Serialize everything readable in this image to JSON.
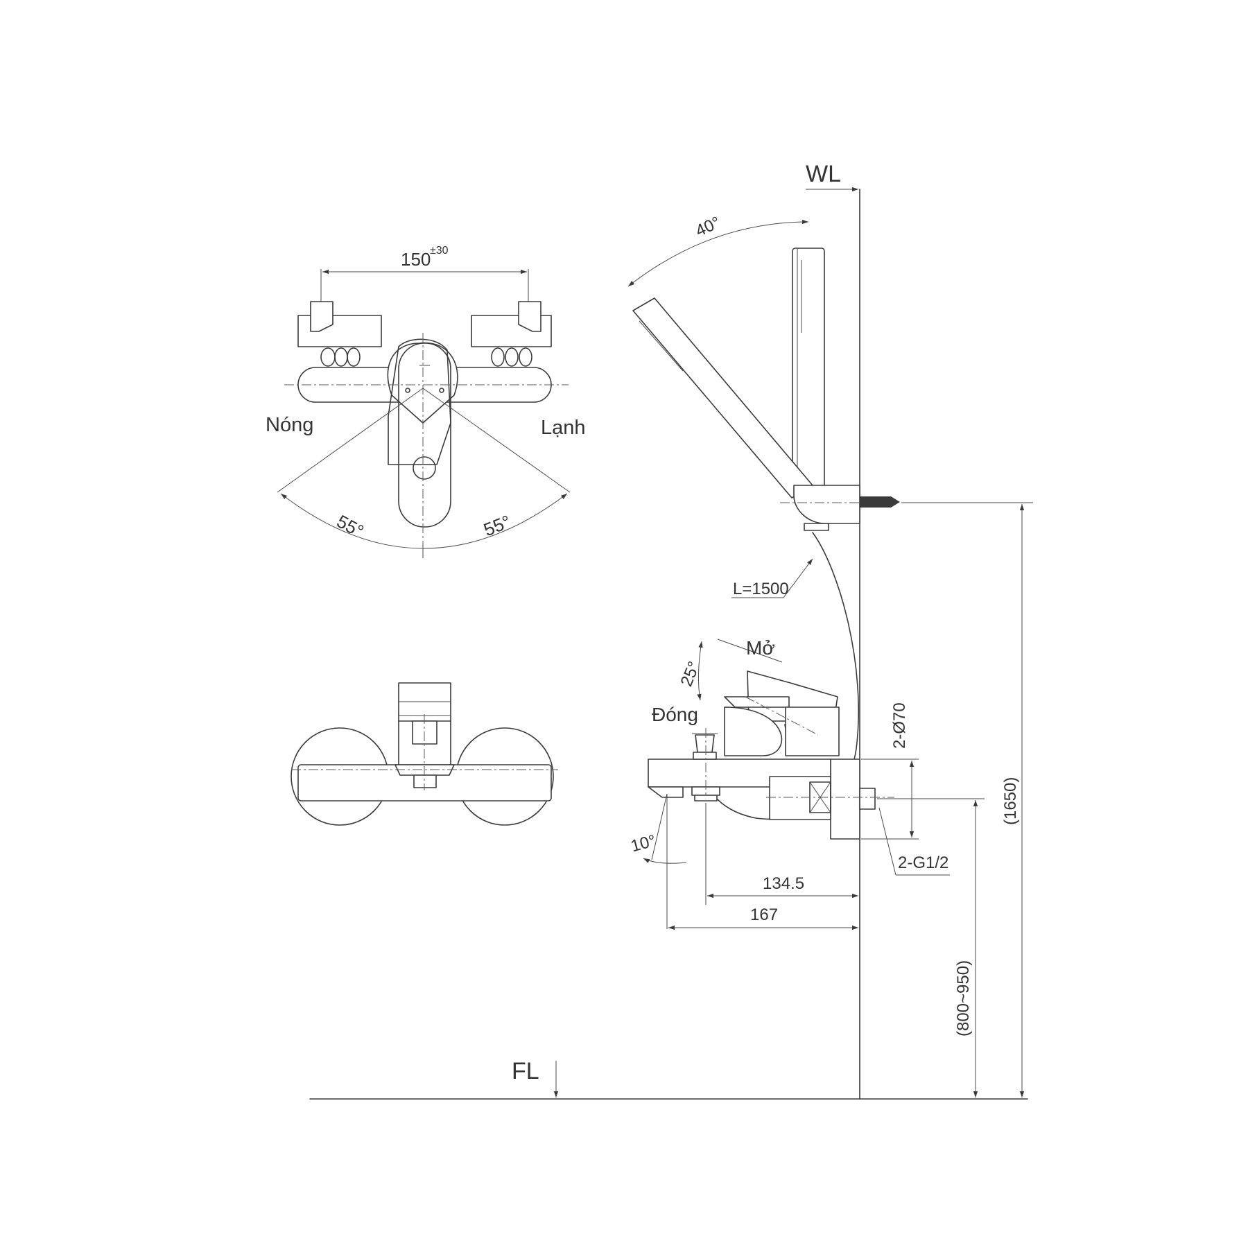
{
  "labels": {
    "wl": "WL",
    "fl": "FL",
    "spacing": "150",
    "spacing_tol": "±30",
    "hot": "Nóng",
    "cold": "Lạnh",
    "left_angle": "55°",
    "right_angle": "55°",
    "hand_angle": "40°",
    "hose": "L=1500",
    "open": "Mở",
    "closed": "Đóng",
    "lever_angle": "25°",
    "spout_angle": "10°",
    "flange": "2-Ø70",
    "thread": "2-G1/2",
    "dim_134": "134.5",
    "dim_167": "167",
    "dim_1650": "(1650)",
    "dim_800": "(800~950)"
  },
  "colors": {
    "line": "#3a3a3a",
    "background": "#ffffff"
  }
}
